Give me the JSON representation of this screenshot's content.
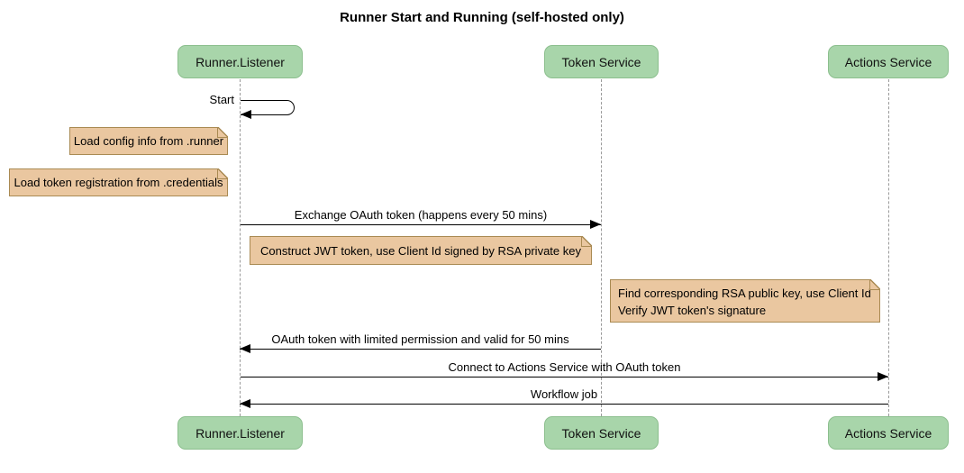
{
  "title": "Runner Start and Running (self-hosted only)",
  "participants": [
    {
      "id": "runner-listener",
      "label": "Runner.Listener"
    },
    {
      "id": "token-service",
      "label": "Token Service"
    },
    {
      "id": "actions-service",
      "label": "Actions Service"
    }
  ],
  "messages": [
    {
      "label": "Start",
      "from": "runner-listener",
      "to": "runner-listener",
      "type": "self"
    },
    {
      "label": "Exchange OAuth token (happens every 50 mins)",
      "from": "runner-listener",
      "to": "token-service",
      "type": "solid"
    },
    {
      "label": "OAuth token with limited permission and valid for 50 mins",
      "from": "token-service",
      "to": "runner-listener",
      "type": "solid"
    },
    {
      "label": "Connect to Actions Service with OAuth token",
      "from": "runner-listener",
      "to": "actions-service",
      "type": "solid"
    },
    {
      "label": "Workflow job",
      "from": "actions-service",
      "to": "runner-listener",
      "type": "solid"
    }
  ],
  "notes": [
    {
      "label": "Load config info from .runner",
      "position": "left of runner-listener"
    },
    {
      "label": "Load token registration from .credentials",
      "position": "left of runner-listener"
    },
    {
      "label": "Construct JWT token, use Client Id signed by RSA private key",
      "position": "right of runner-listener"
    },
    {
      "line1": "Find corresponding RSA public key, use Client Id",
      "line2": "Verify JWT token's signature",
      "position": "right of token-service"
    }
  ],
  "colors": {
    "participant_fill": "#A8D5AA",
    "participant_border": "#8CBF8E",
    "note_fill": "#EAC7A0",
    "note_border": "#A98A53",
    "lifeline": "#9A9A9A",
    "arrow": "#000000"
  }
}
